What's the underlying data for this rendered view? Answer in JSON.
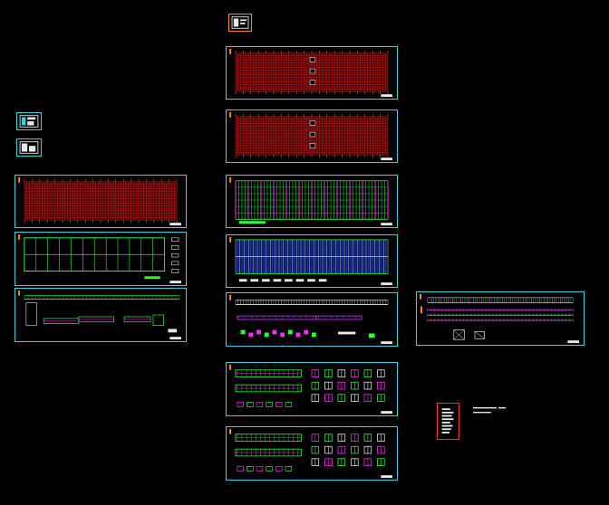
{
  "canvas": {
    "background": "#000000"
  },
  "colors": {
    "frame": "#39d3e0",
    "grid_red": "#d01818",
    "grid_white": "#c8c8c8",
    "green": "#2cff3a",
    "magenta": "#ff2cff",
    "blue": "#3050ff",
    "yellow": "#ffff40",
    "orange": "#ff8a1e",
    "stamp_red": "#ff3030"
  },
  "sheets": [
    {
      "id": "title-block-top",
      "kind": "tiny-icon"
    },
    {
      "id": "index-icon-a",
      "kind": "tiny-icon"
    },
    {
      "id": "index-icon-b",
      "kind": "tiny-icon"
    },
    {
      "id": "foundation-plan-1",
      "kind": "red-grid"
    },
    {
      "id": "foundation-plan-2",
      "kind": "red-grid"
    },
    {
      "id": "column-layout",
      "kind": "green-magenta"
    },
    {
      "id": "roof-bracing-plan",
      "kind": "blue-white"
    },
    {
      "id": "elevation-sheet",
      "kind": "elevation"
    },
    {
      "id": "side-elevation",
      "kind": "elevation-long"
    },
    {
      "id": "detail-sheet-1",
      "kind": "details"
    },
    {
      "id": "detail-sheet-2",
      "kind": "details"
    },
    {
      "id": "left-red-grid",
      "kind": "red-grid"
    },
    {
      "id": "left-green-frame",
      "kind": "green-frame"
    },
    {
      "id": "left-sections",
      "kind": "sections"
    }
  ],
  "note_text": "",
  "stamp": {
    "id": "seal"
  }
}
